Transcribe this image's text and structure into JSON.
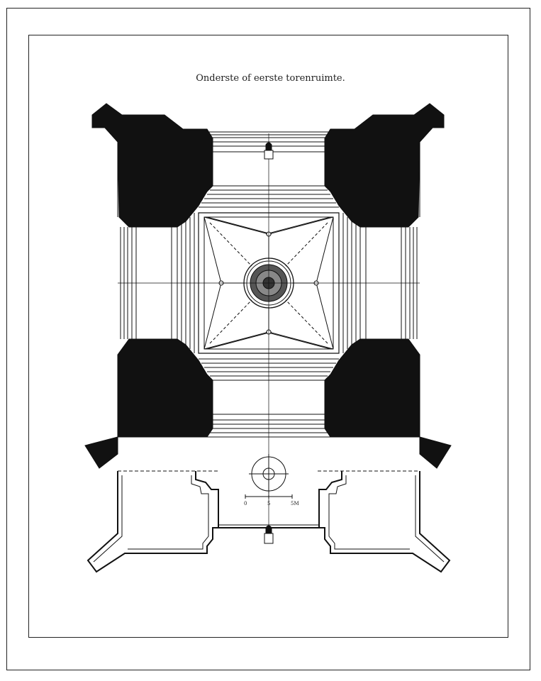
{
  "title": "Onderste of eerste torenruimte.",
  "scale": {
    "start": "0",
    "mid": "5",
    "end": "5M"
  },
  "colors": {
    "ink": "#111111",
    "paper": "#ffffff"
  }
}
